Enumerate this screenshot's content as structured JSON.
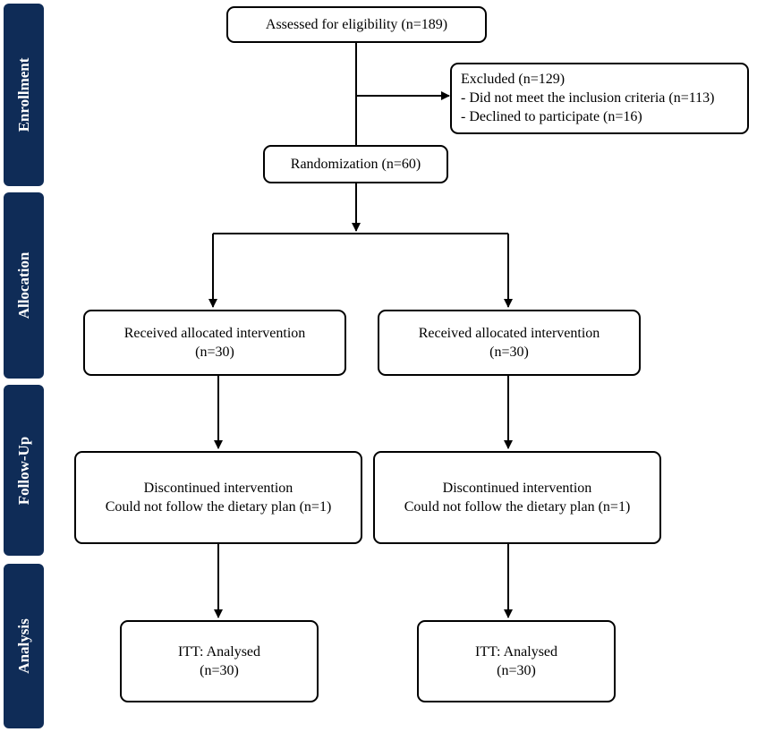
{
  "phases": [
    "Enrollment",
    "Allocation",
    "Follow-Up",
    "Analysis"
  ],
  "assessed": "Assessed for eligibility (n=189)",
  "excluded": {
    "title": "Excluded (n=129)",
    "items": [
      "- Did not meet the inclusion criteria (n=113)",
      "- Declined to participate (n=16)"
    ]
  },
  "randomization": "Randomization (n=60)",
  "arms": [
    {
      "allocation": [
        "Received allocated intervention",
        "(n=30)"
      ],
      "followup": [
        "Discontinued intervention",
        "Could not follow the dietary plan (n=1)"
      ],
      "analysis": [
        "ITT: Analysed",
        "(n=30)"
      ]
    },
    {
      "allocation": [
        "Received allocated intervention",
        "(n=30)"
      ],
      "followup": [
        "Discontinued intervention",
        "Could not follow the dietary plan (n=1)"
      ],
      "analysis": [
        "ITT: Analysed",
        "(n=30)"
      ]
    }
  ],
  "colors": {
    "phase_bg": "#0f2c57",
    "phase_text": "#ffffff",
    "line": "#000000"
  }
}
